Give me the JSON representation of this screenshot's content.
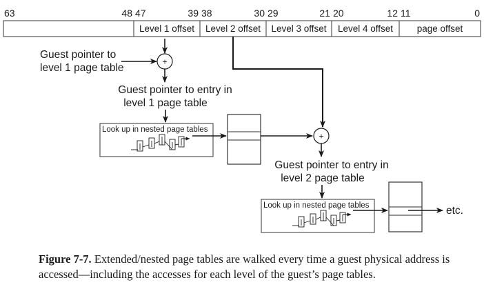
{
  "figure": {
    "bit_labels": {
      "b63": "63",
      "b48": "48",
      "b47": "47",
      "b39": "39",
      "b38": "38",
      "b30": "30",
      "b29": "29",
      "b21": "21",
      "b20": "20",
      "b12": "12",
      "b11": "11",
      "b0": "0"
    },
    "fields": [
      {
        "label": ""
      },
      {
        "label": "Level 1 offset"
      },
      {
        "label": "Level 2 offset"
      },
      {
        "label": "Level 3 offset"
      },
      {
        "label": "Level 4 offset"
      },
      {
        "label": "page offset"
      }
    ],
    "adder_symbol": "+",
    "guest_pointer_l1": {
      "line1": "Guest pointer to",
      "line2": "level 1 page table"
    },
    "entry_l1": {
      "line1": "Guest pointer to entry in",
      "line2": "level 1 page table"
    },
    "entry_l2": {
      "line1": "Guest pointer to entry in",
      "line2": "level 2 page table"
    },
    "nested_lookup_label": "Look up in nested page tables",
    "etc_label": "etc."
  },
  "caption": {
    "label": "Figure 7-7.",
    "text": " Extended/nested page tables are walked every time a guest physical address is accessed—including the accesses for each level of the guest’s page ta­bles."
  }
}
